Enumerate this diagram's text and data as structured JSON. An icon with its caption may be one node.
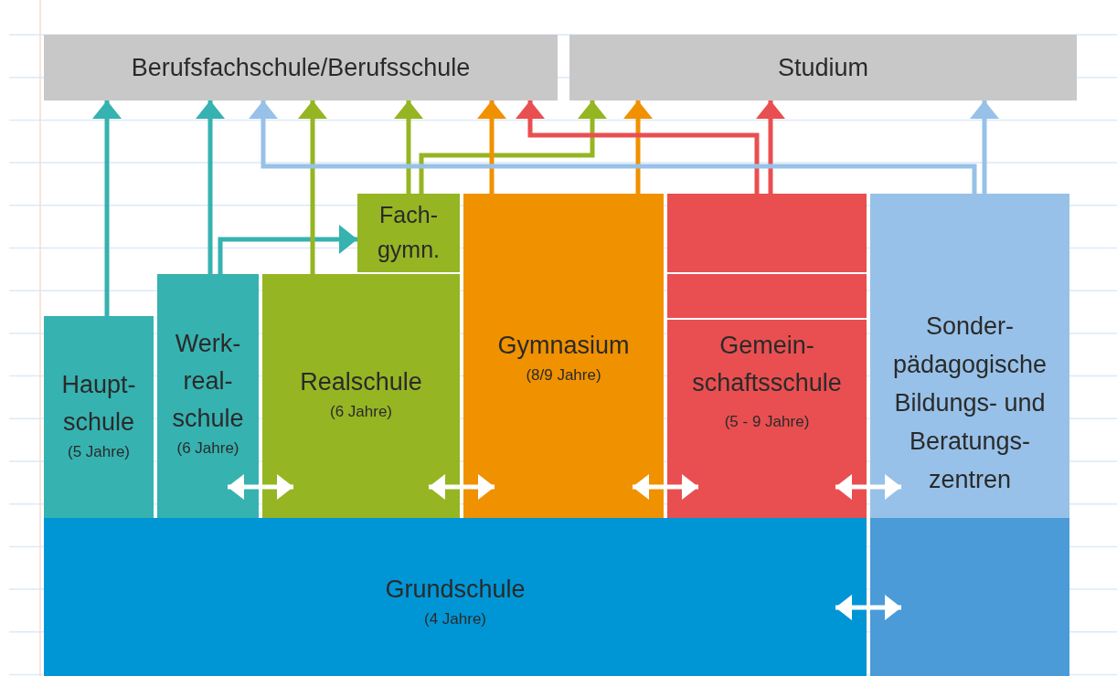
{
  "diagram": {
    "nodes": [
      {
        "text": [
          "Berufsfachschule/Berufsschule"
        ]
      },
      {
        "text": [
          "Studium"
        ]
      },
      {
        "text": [
          "Fach- gymn."
        ]
      },
      {
        "text": [
          "Haupt- schule",
          "(5 Jahre)"
        ]
      },
      {
        "text": [
          "Werk- real- schule",
          "(6 Jahre)"
        ]
      },
      {
        "text": [
          "Realschule",
          "(6 Jahre)"
        ]
      },
      {
        "text": [
          "Gymnasium",
          "(8/9 Jahre)"
        ]
      },
      {
        "text": [
          "Gemein- schaftsschule",
          "(5 - 9 Jahre)"
        ]
      },
      {
        "text": [
          "Sonder- pädagogische Bildungs- und Beratungs- zentren"
        ]
      },
      {
        "text": [
          "Grundschule",
          "(4 Jahre)"
        ]
      },
      {
        "text": [],
        "shape": "box"
      }
    ],
    "edges": [
      {
        "from": 3,
        "to": 0,
        "arrow": "to",
        "color": "#36b2b0"
      },
      {
        "from": 4,
        "to": 0,
        "arrow": "to",
        "color": "#36b2b0"
      },
      {
        "from": 4,
        "to": 2,
        "arrow": "to",
        "color": "#36b2b0"
      },
      {
        "from": 5,
        "to": 0,
        "arrow": "to",
        "color": "#95b523"
      },
      {
        "from": 2,
        "to": 0,
        "arrow": "to",
        "color": "#95b523"
      },
      {
        "from": 2,
        "to": 1,
        "arrow": "to",
        "color": "#95b523"
      },
      {
        "from": 6,
        "to": 0,
        "arrow": "to",
        "color": "#f09100"
      },
      {
        "from": 6,
        "to": 1,
        "arrow": "to",
        "color": "#f09100"
      },
      {
        "from": 7,
        "to": 0,
        "arrow": "to",
        "color": "#e94f50"
      },
      {
        "from": 7,
        "to": 1,
        "arrow": "to",
        "color": "#e94f50"
      },
      {
        "from": 8,
        "to": 0,
        "arrow": "to",
        "color": "#97c1e8"
      },
      {
        "from": 8,
        "to": 1,
        "arrow": "to",
        "color": "#97c1e8"
      },
      {
        "from": 4,
        "to": 5,
        "arrow": "both"
      },
      {
        "from": 5,
        "to": 6,
        "arrow": "both"
      },
      {
        "from": 6,
        "to": 7,
        "arrow": "both"
      },
      {
        "from": 7,
        "to": 8,
        "arrow": "both"
      },
      {
        "from": 9,
        "to": 10,
        "arrow": "both"
      }
    ]
  }
}
